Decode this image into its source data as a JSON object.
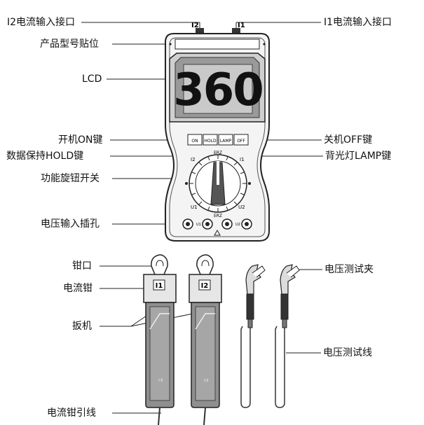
{
  "labels": {
    "i2_input": "I2电流输入接口",
    "i1_input": "I1电流输入接口",
    "product_label": "产品型号贴位",
    "lcd": "LCD",
    "power_on": "开机ON键",
    "power_off": "关机OFF键",
    "hold_key": "数据保持HOLD键",
    "lamp_key": "背光灯LAMP键",
    "function_switch": "功能旋钮开关",
    "voltage_jack": "电压输入插孔",
    "clamp_mouth": "钳口",
    "current_clamp": "电流钳",
    "trigger": "扳机",
    "voltage_clip": "电压测试夹",
    "voltage_lead": "电压测试线",
    "clamp_cable": "电流钳引线"
  },
  "meter": {
    "display_value": "360",
    "port_i2": "I2",
    "port_i1": "I1",
    "buttons": [
      "ON",
      "HOLD",
      "LAMP",
      "OFF"
    ],
    "dial_center": "ERZ",
    "dial_bottom": "ERZ",
    "dial_left_top": "I2",
    "dial_right_top": "I1",
    "dial_left_bottom": "U1",
    "dial_right_bottom": "U2",
    "jacks": [
      "U1",
      "U1",
      "U2",
      "U2"
    ]
  },
  "clamps": {
    "left_tag": "I1",
    "right_tag": "I2",
    "ce_mark": "CE"
  }
}
